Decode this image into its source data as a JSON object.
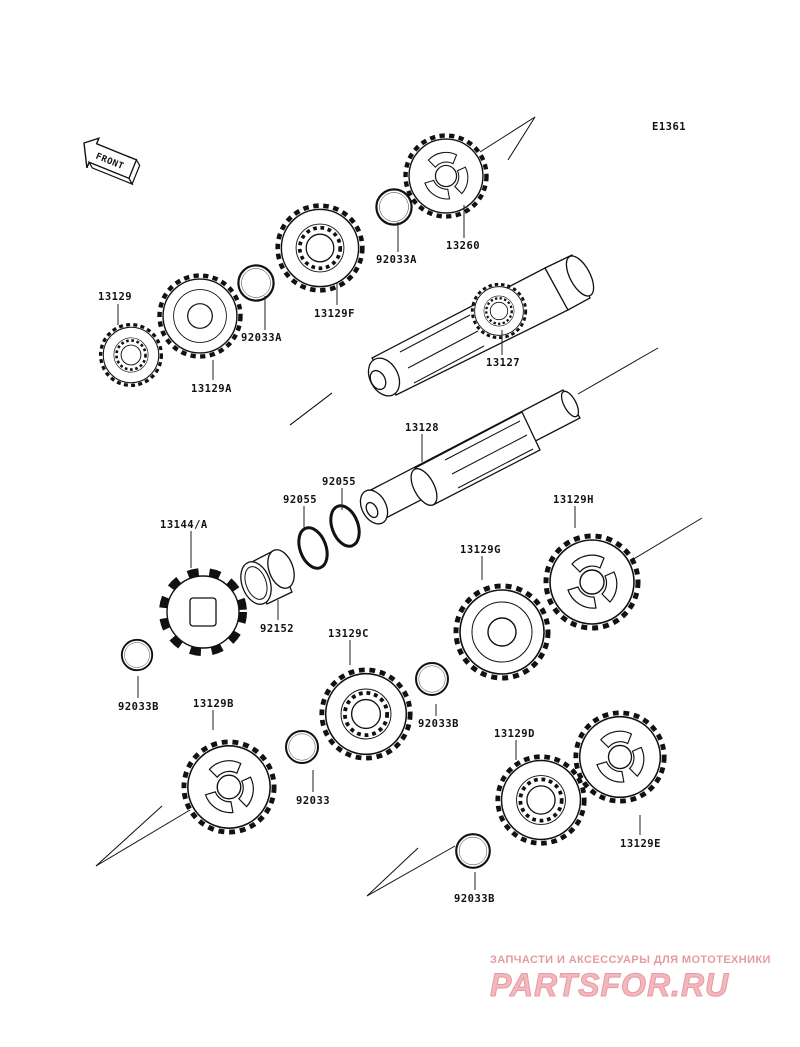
{
  "diagram": {
    "code": "E1361",
    "front_label": "FRONT",
    "parts": [
      {
        "id": "13260",
        "label": "13260"
      },
      {
        "id": "92033A_top",
        "label": "92033A"
      },
      {
        "id": "13129F",
        "label": "13129F"
      },
      {
        "id": "92033A_mid",
        "label": "92033A"
      },
      {
        "id": "13129",
        "label": "13129"
      },
      {
        "id": "13129A",
        "label": "13129A"
      },
      {
        "id": "13127",
        "label": "13127"
      },
      {
        "id": "13128",
        "label": "13128"
      },
      {
        "id": "92055_right",
        "label": "92055"
      },
      {
        "id": "92055_left",
        "label": "92055"
      },
      {
        "id": "13144A",
        "label": "13144/A"
      },
      {
        "id": "92152",
        "label": "92152"
      },
      {
        "id": "13129H",
        "label": "13129H"
      },
      {
        "id": "13129G",
        "label": "13129G"
      },
      {
        "id": "13129C",
        "label": "13129C"
      },
      {
        "id": "92033B_left",
        "label": "92033B"
      },
      {
        "id": "92033B_mid",
        "label": "92033B"
      },
      {
        "id": "13129B",
        "label": "13129B"
      },
      {
        "id": "92033",
        "label": "92033"
      },
      {
        "id": "13129D",
        "label": "13129D"
      },
      {
        "id": "13129E",
        "label": "13129E"
      },
      {
        "id": "92033B_bottom",
        "label": "92033B"
      }
    ]
  },
  "watermark": {
    "tagline": "ЗАПЧАСТИ И АКСЕССУАРЫ ДЛЯ МОТОТЕХНИКИ",
    "logo": "PARTSFOR.RU",
    "color": "#e79aa2"
  }
}
